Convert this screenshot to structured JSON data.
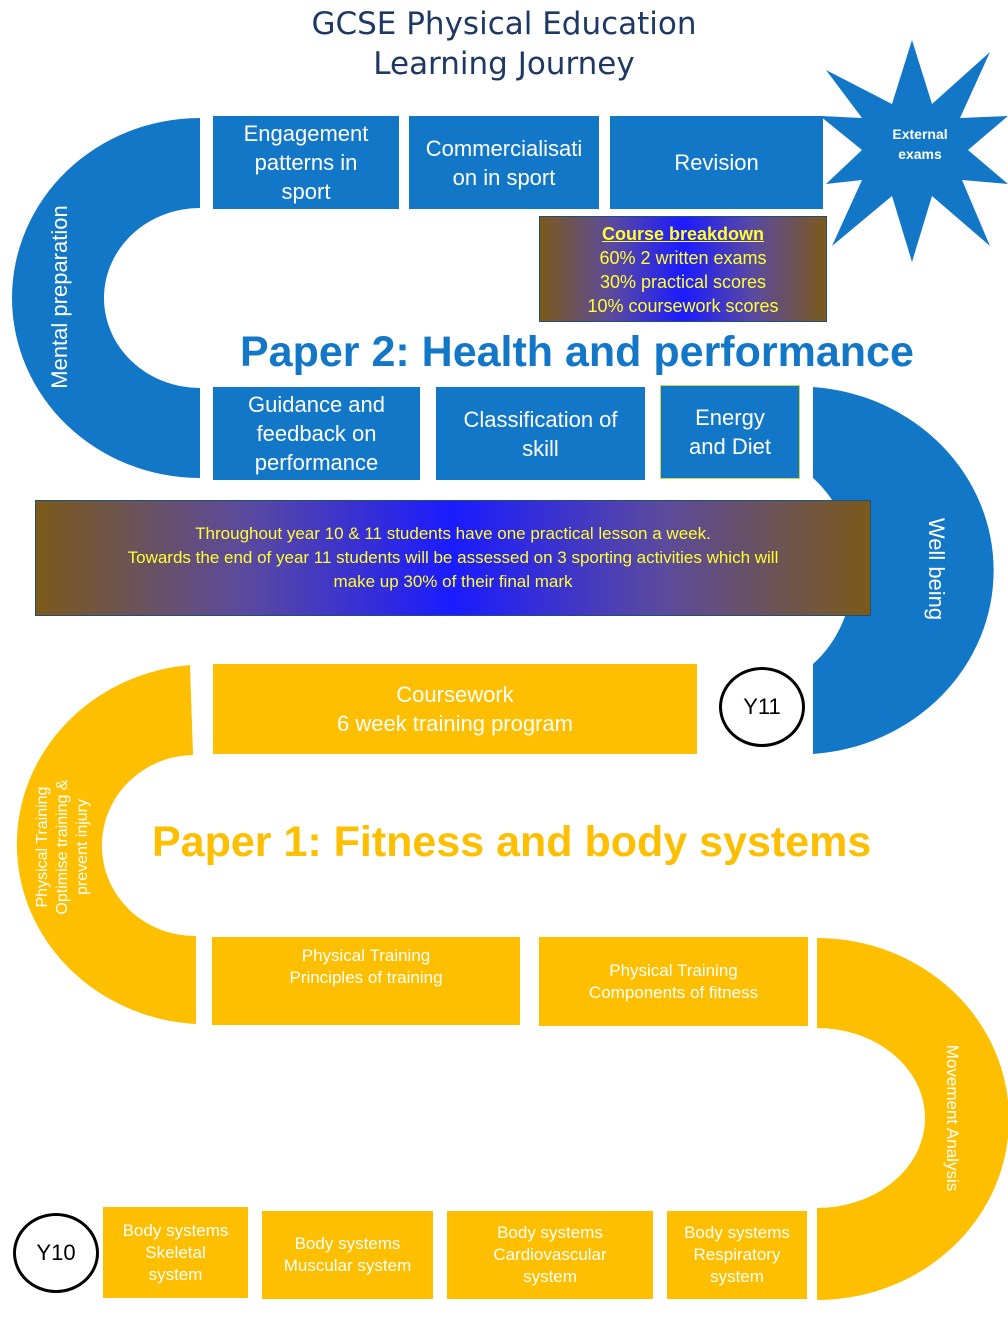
{
  "title": {
    "line1": "GCSE Physical Education",
    "line2": "Learning Journey"
  },
  "colors": {
    "blue": "#1277c7",
    "gold": "#fdbf00",
    "breakdown_text": "#ffff33",
    "title": "#1f3864"
  },
  "paper2": {
    "heading": "Paper 2:  Health and performance",
    "top_row": [
      "Engagement\npatterns in\nsport",
      "Commercialisati\non in sport",
      "Revision"
    ],
    "bottom_row": [
      "Guidance and\nfeedback on\nperformance",
      "Classification of\nskill",
      "Energy\nand Diet"
    ],
    "left_curve": "Mental preparation",
    "right_curve": "Well being"
  },
  "external_exams": "External\nexams",
  "course_breakdown": {
    "heading": "Course breakdown",
    "lines": [
      "60% 2 written exams",
      "30% practical scores",
      "10% coursework scores"
    ]
  },
  "practical_note": {
    "line1": "Throughout  year 10 & 11 students have one practical lesson a week.",
    "line2": "Towards the end of year 11 students will be assessed on 3 sporting activities which will",
    "line3": "make up 30% of their final mark"
  },
  "year11": "Y11",
  "year10": "Y10",
  "coursework": "Coursework\n6 week training program",
  "paper1": {
    "heading": "Paper 1: Fitness and body systems",
    "left_curve": "Physical Training\nOptimise training &\nprevent injury",
    "middle_row": [
      "Physical Training\nPrinciples of training",
      "Physical Training\nComponents of fitness"
    ],
    "right_curve": "Movement Analysis",
    "bottom_row": [
      "Body systems\nSkeletal\nsystem",
      "Body systems\nMuscular system",
      "Body systems\nCardiovascular\nsystem",
      "Body systems\nRespiratory\nsystem"
    ]
  }
}
